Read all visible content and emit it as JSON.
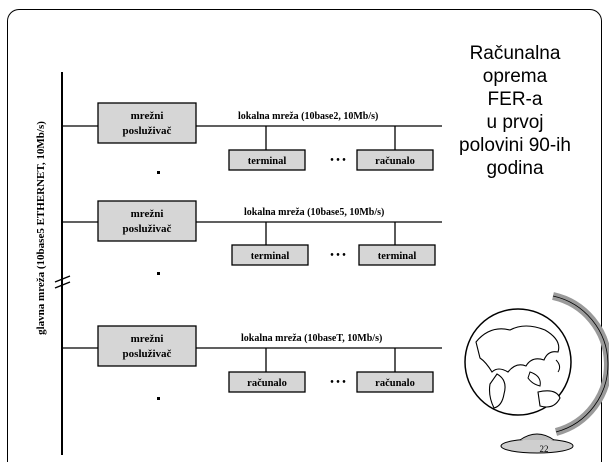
{
  "title": [
    "Računalna",
    "oprema",
    "FER-a",
    "u prvoj",
    "polovini 90-ih",
    "godina"
  ],
  "backbone_label": "glavna mreža (10base5 ETHERNET, 10Mb/s)",
  "groups": [
    {
      "server": [
        "mrežni",
        "posluživač"
      ],
      "lan_label": "lokalna mreža (10base2, 10Mb/s)",
      "nodes": [
        "terminal",
        "računalo"
      ]
    },
    {
      "server": [
        "mrežni",
        "posluživač"
      ],
      "lan_label": "lokalna mreža (10base5, 10Mb/s)",
      "nodes": [
        "terminal",
        "terminal"
      ]
    },
    {
      "server": [
        "mrežni",
        "posluživač"
      ],
      "lan_label": "lokalna mreža (10baseT, 10Mb/s)",
      "nodes": [
        "računalo",
        "računalo"
      ]
    }
  ],
  "ellipsis": "• • •",
  "page_number": "22",
  "colors": {
    "box_fill": "#d6d6d6",
    "line": "#000000",
    "background": "#ffffff"
  }
}
